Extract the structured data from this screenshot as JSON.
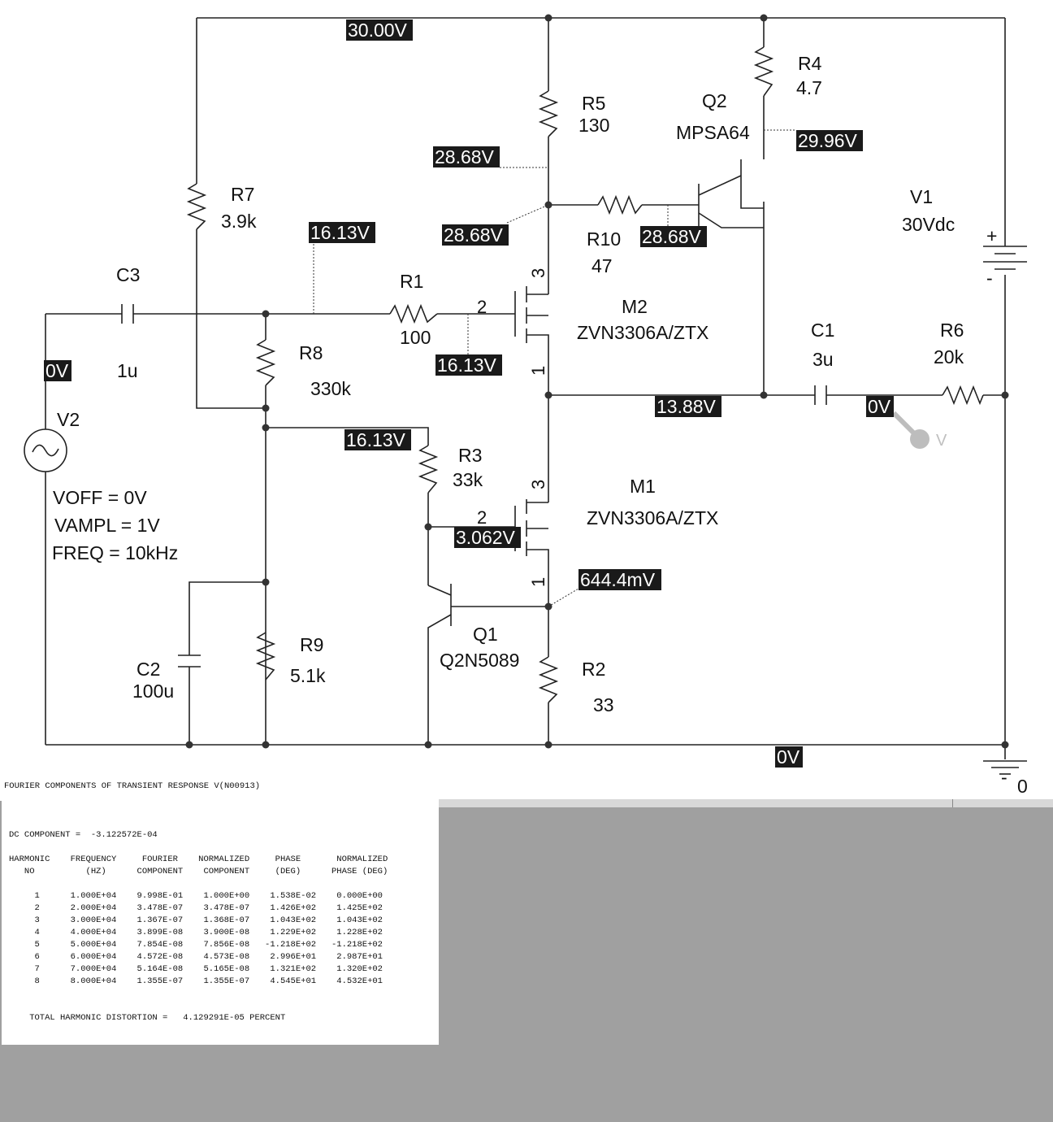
{
  "schematic": {
    "components": {
      "r7": {
        "name": "R7",
        "value": "3.9k"
      },
      "r5": {
        "name": "R5",
        "value": "130"
      },
      "r4": {
        "name": "R4",
        "value": "4.7"
      },
      "q2": {
        "name": "Q2",
        "model": "MPSA64"
      },
      "r10": {
        "name": "R10",
        "value": "47"
      },
      "v1": {
        "name": "V1",
        "value": "30Vdc"
      },
      "c3": {
        "name": "C3",
        "value": "1u"
      },
      "r1": {
        "name": "R1",
        "value": "100"
      },
      "m2": {
        "name": "M2",
        "model": "ZVN3306A/ZTX"
      },
      "r8": {
        "name": "R8",
        "value": "330k"
      },
      "c1": {
        "name": "C1",
        "value": "3u"
      },
      "r6": {
        "name": "R6",
        "value": "20k"
      },
      "v2": {
        "name": "V2",
        "params": [
          "VOFF = 0V",
          "VAMPL = 1V",
          "FREQ = 10kHz"
        ]
      },
      "r3": {
        "name": "R3",
        "value": "33k"
      },
      "m1": {
        "name": "M1",
        "model": "ZVN3306A/ZTX"
      },
      "q1": {
        "name": "Q1",
        "model": "Q2N5089"
      },
      "c2": {
        "name": "C2",
        "value": "100u"
      },
      "r9": {
        "name": "R9",
        "value": "5.1k"
      },
      "r2": {
        "name": "R2",
        "value": "33"
      },
      "ground": "0",
      "probe": "V"
    },
    "pins": {
      "three": "3",
      "two": "2",
      "one": "1"
    },
    "voltages": {
      "supply_top": "30.00V",
      "r5_bottom": "28.68V",
      "q2_emitter": "29.96V",
      "node_m2_drain": "28.68V",
      "q2_base": "28.68V",
      "r8_top": "16.13V",
      "m2_gate": "16.13V",
      "v2_out": "0V",
      "output_node": "13.88V",
      "output_probe": "0V",
      "r3_top": "16.13V",
      "m1_gate": "3.062V",
      "m1_source": "644.4mV",
      "ground_rail": "0V"
    }
  },
  "output": {
    "title": "FOURIER COMPONENTS OF TRANSIENT RESPONSE V(N00913)",
    "dc_component": "DC COMPONENT =  -3.122572E-04",
    "header1": "HARMONIC    FREQUENCY     FOURIER    NORMALIZED     PHASE       NORMALIZED",
    "header2": "   NO          (HZ)      COMPONENT    COMPONENT     (DEG)      PHASE (DEG)",
    "rows": [
      "     1      1.000E+04    9.998E-01    1.000E+00    1.538E-02    0.000E+00",
      "     2      2.000E+04    3.478E-07    3.478E-07    1.426E+02    1.425E+02",
      "     3      3.000E+04    1.367E-07    1.368E-07    1.043E+02    1.043E+02",
      "     4      4.000E+04    3.899E-08    3.900E-08    1.229E+02    1.228E+02",
      "     5      5.000E+04    7.854E-08    7.856E-08   -1.218E+02   -1.218E+02",
      "     6      6.000E+04    4.572E-08    4.573E-08    2.996E+01    2.987E+01",
      "     7      7.000E+04    5.164E-08    5.165E-08    1.321E+02    1.320E+02",
      "     8      8.000E+04    1.355E-07    1.355E-07    4.545E+01    4.532E+01"
    ],
    "thd": "    TOTAL HARMONIC DISTORTION =   4.129291E-05 PERCENT"
  }
}
